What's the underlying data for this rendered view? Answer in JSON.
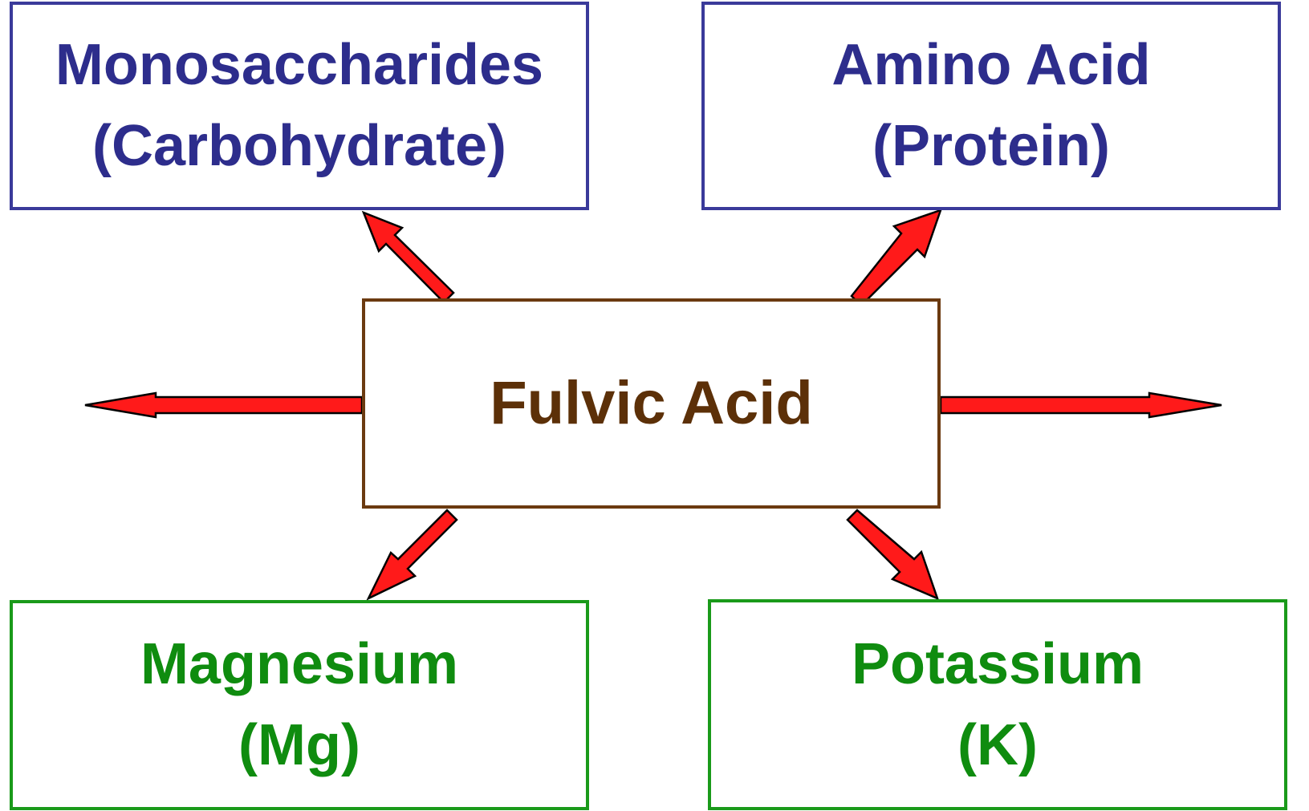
{
  "nodes": {
    "monosaccharides": {
      "line1": "Monosaccharides",
      "line2": "(Carbohydrate)"
    },
    "amino_acid": {
      "line1": "Amino Acid",
      "line2": "(Protein)"
    },
    "fulvic_acid": {
      "label": "Fulvic Acid"
    },
    "magnesium": {
      "line1": "Magnesium",
      "line2": "(Mg)"
    },
    "potassium": {
      "line1": "Potassium",
      "line2": "(K)"
    }
  },
  "colors": {
    "top_boxes": "#2d2d8c",
    "center_box": "#5c3008",
    "bottom_boxes": "#0f8c0f",
    "arrows": "#ff1a1a"
  },
  "edges": [
    {
      "from": "fulvic_acid",
      "to": "monosaccharides"
    },
    {
      "from": "fulvic_acid",
      "to": "amino_acid"
    },
    {
      "from": "fulvic_acid",
      "to": "magnesium"
    },
    {
      "from": "fulvic_acid",
      "to": "potassium"
    },
    {
      "from": "fulvic_acid",
      "to": "left"
    },
    {
      "from": "fulvic_acid",
      "to": "right"
    }
  ]
}
